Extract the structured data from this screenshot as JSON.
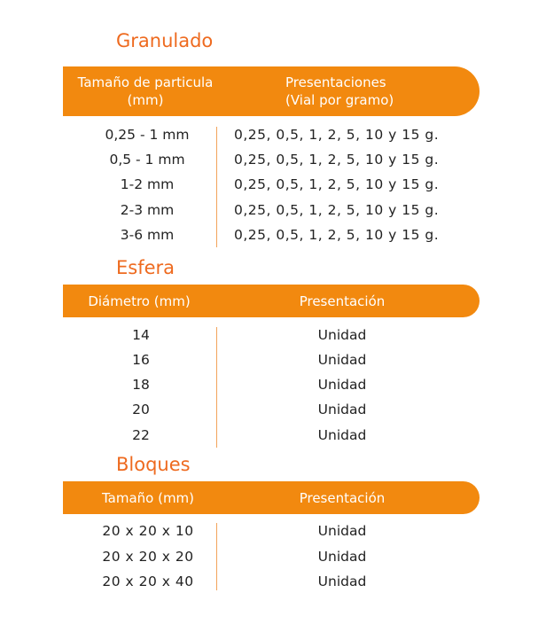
{
  "sections": [
    {
      "title": "Granulado",
      "header": {
        "left_line1": "Tamaño de particula",
        "left_line2": "(mm)",
        "right_line1": "Presentaciones",
        "right_line2": "(Vial por gramo)"
      },
      "rows": [
        {
          "size": "0,25 - 1 mm",
          "presentation": "0,25, 0,5, 1, 2, 5, 10 y 15 g."
        },
        {
          "size": "0,5 - 1 mm",
          "presentation": "0,25, 0,5, 1, 2, 5, 10 y 15 g."
        },
        {
          "size": "1-2 mm",
          "presentation": "0,25, 0,5, 1, 2, 5, 10 y 15 g."
        },
        {
          "size": "2-3 mm",
          "presentation": "0,25, 0,5, 1, 2, 5, 10 y 15 g."
        },
        {
          "size": "3-6 mm",
          "presentation": "0,25, 0,5, 1, 2, 5, 10 y 15 g."
        }
      ]
    },
    {
      "title": "Esfera",
      "header": {
        "left": "Diámetro (mm)",
        "right": "Presentación"
      },
      "rows": [
        {
          "size": "14",
          "presentation": "Unidad"
        },
        {
          "size": "16",
          "presentation": "Unidad"
        },
        {
          "size": "18",
          "presentation": "Unidad"
        },
        {
          "size": "20",
          "presentation": "Unidad"
        },
        {
          "size": "22",
          "presentation": "Unidad"
        }
      ]
    },
    {
      "title": "Bloques",
      "header": {
        "left": "Tamaño (mm)",
        "right": "Presentación"
      },
      "rows": [
        {
          "size": "20 x 20 x 10",
          "presentation": "Unidad"
        },
        {
          "size": "20 x 20 x 20",
          "presentation": "Unidad"
        },
        {
          "size": "20 x 20 x 40",
          "presentation": "Unidad"
        }
      ]
    }
  ],
  "colors": {
    "accent": "#f2890f",
    "title": "#ee6a1f",
    "divider": "#f2a35a"
  }
}
